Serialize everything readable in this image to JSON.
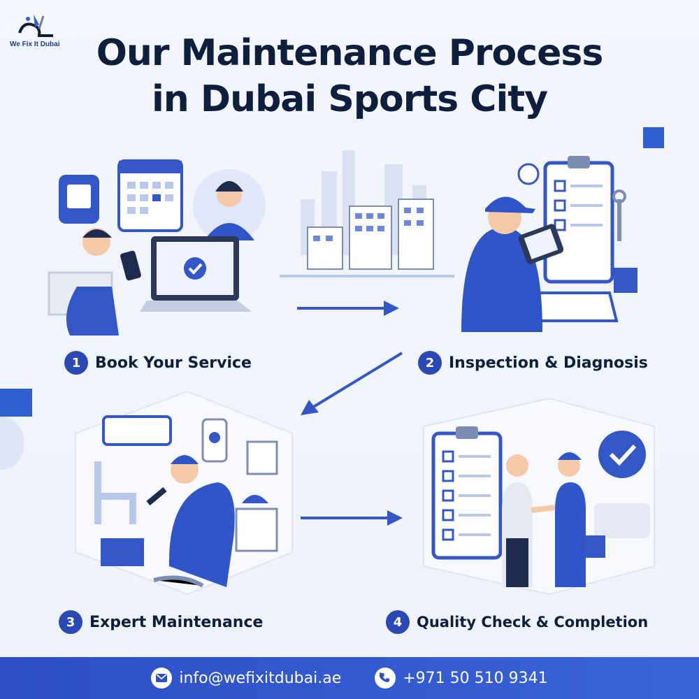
{
  "brand": {
    "logo_text": "We Fix It Dubai"
  },
  "title": {
    "line1": "Our Maintenance Process",
    "line2": "in Dubai Sports City"
  },
  "steps": [
    {
      "number": "1",
      "label": "Book Your Service"
    },
    {
      "number": "2",
      "label": "Inspection & Diagnosis"
    },
    {
      "number": "3",
      "label": "Expert Maintenance"
    },
    {
      "number": "4",
      "label": "Quality Check & Completion"
    }
  ],
  "footer": {
    "email": "info@wefixitdubai.ae",
    "phone": "+971 50 510 9341"
  },
  "colors": {
    "accent": "#2f5fd0",
    "navy": "#0e1e3d",
    "footer": "#2c4fc4"
  }
}
